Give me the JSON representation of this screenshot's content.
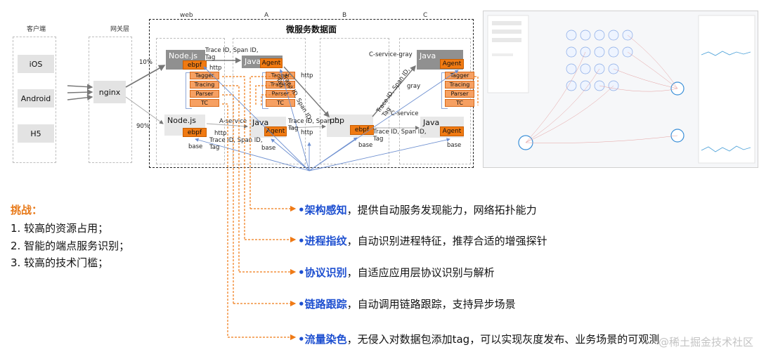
{
  "diagram": {
    "col_client": "客户端",
    "col_gateway": "网关层",
    "col_web": "web",
    "col_a": "A",
    "col_b": "B",
    "col_c": "C",
    "data_plane_title": "微服务数据面",
    "clients": [
      "iOS",
      "Android",
      "H5"
    ],
    "gateway": "nginx",
    "pct_top": "10%",
    "pct_bottom": "90%",
    "node_top": "Node.js",
    "node_bottom": "Node.js",
    "java_a_top": "Java",
    "java_a_bottom": "Java",
    "php": "php",
    "java_c_top": "Java",
    "java_c_bottom": "Java",
    "ebpf": "ebpf",
    "agent": "Agent",
    "stack": [
      "Tagger",
      "Tracing",
      "Parser",
      "TC"
    ],
    "trace_label": "Trace ID, Span ID,\nTag",
    "trace_label_diag": "Trace ID, Span ID,\nTag",
    "http": "http",
    "base": "base",
    "a_service": "A-service",
    "c_service": "C-service",
    "c_service_gray": "C-service-gray",
    "gray": "gray"
  },
  "challenges": {
    "title": "挑战：",
    "items": [
      "1.  较高的资源占用；",
      "2.  智能的端点服务识别；",
      "3.  较高的技术门槛；"
    ]
  },
  "features": [
    {
      "keyword": "•架构感知",
      "desc": "，提供自动服务发现能力，网络拓扑能力"
    },
    {
      "keyword": "•进程指纹",
      "desc": "，自动识别进程特征，推荐合适的增强探针"
    },
    {
      "keyword": "•协议识别",
      "desc": "，自适应应用层协议识别与解析"
    },
    {
      "keyword": "•链路跟踪",
      "desc": "，自动调用链路跟踪，支持异步场景"
    },
    {
      "keyword": "•流量染色",
      "desc": "，无侵入对数据包添加tag，可以实现灰度发布、业务场景的可观测"
    }
  ],
  "watermark": "@稀土掘金技术社区",
  "colors": {
    "orange": "#f07a12",
    "keyword_blue": "#1d4fd0",
    "challenge_orange": "#e87a1a"
  }
}
